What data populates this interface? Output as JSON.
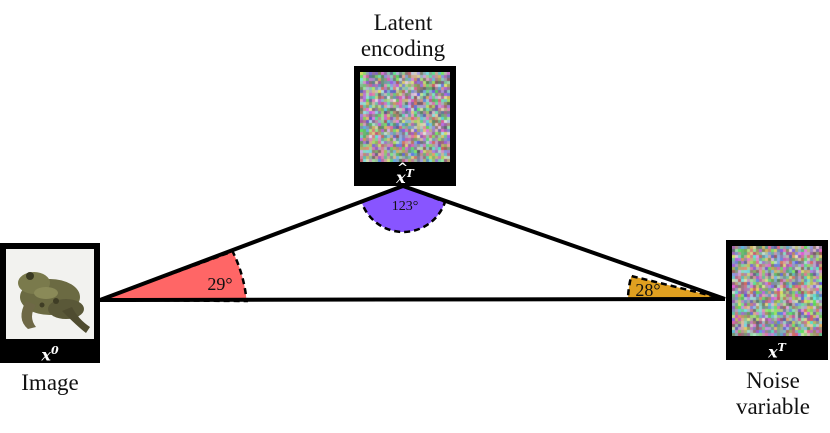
{
  "nodes": {
    "image": {
      "label": "Image",
      "symbol": "x",
      "superscript": "0"
    },
    "latent": {
      "label_line1": "Latent",
      "label_line2": "encoding",
      "symbol": "x",
      "superscript": "T"
    },
    "noise": {
      "label_line1": "Noise",
      "label_line2": "variable",
      "symbol": "x",
      "superscript": "T"
    }
  },
  "angles": {
    "image": {
      "text": "29°",
      "color": "#ff6666"
    },
    "latent": {
      "text": "123°",
      "color": "#8855ff"
    },
    "noise": {
      "text": "28°",
      "color": "#e0a020"
    }
  },
  "icons": {
    "image_tile": "frog-image-icon",
    "latent_tile": "noise-pattern-icon",
    "noise_tile": "noise-pattern-icon"
  }
}
